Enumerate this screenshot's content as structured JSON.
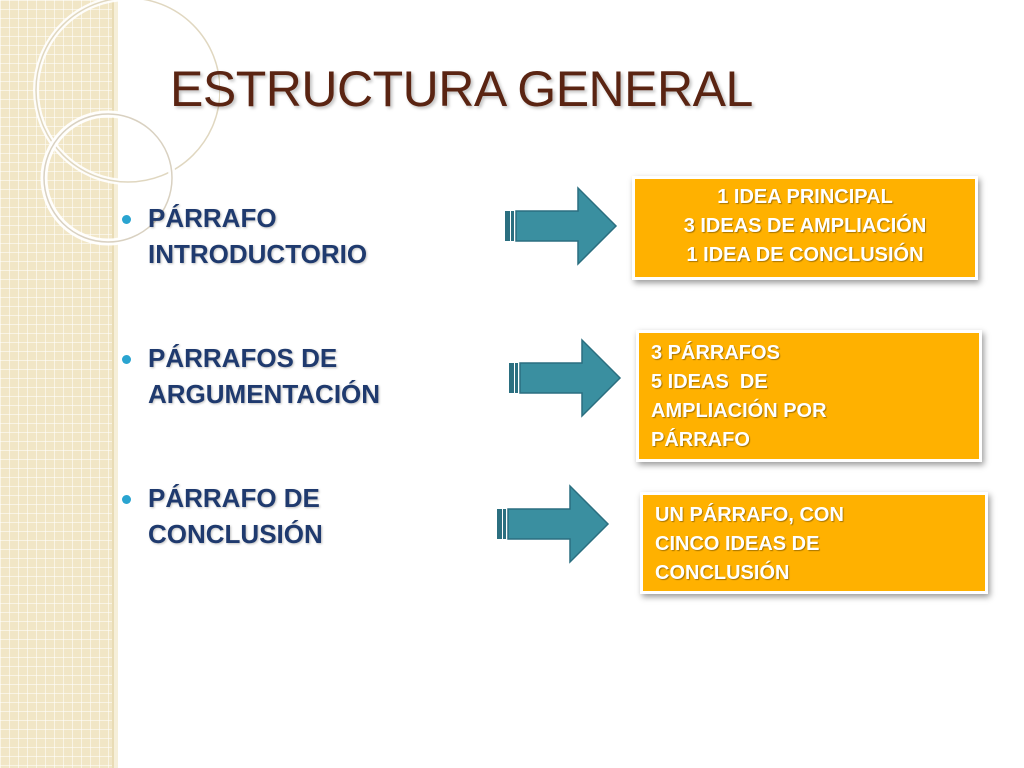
{
  "slide": {
    "title": "ESTRUCTURA GENERAL",
    "bullets": [
      {
        "lines": [
          "PÁRRAFO",
          "INTRODUCTORIO"
        ]
      },
      {
        "lines": [
          "PÁRRAFOS DE",
          "ARGUMENTACIÓN"
        ]
      },
      {
        "lines": [
          "PÁRRAFO DE",
          "CONCLUSIÓN"
        ]
      }
    ],
    "boxes": [
      {
        "lines": [
          "1 IDEA PRINCIPAL",
          "3 IDEAS DE AMPLIACIÓN",
          "1 IDEA DE CONCLUSIÓN"
        ]
      },
      {
        "lines": [
          "3 PÁRRAFOS",
          "5 IDEAS  DE",
          "AMPLIACIÓN POR",
          "PÁRRAFO"
        ]
      },
      {
        "lines": [
          "UN PÁRRAFO, CON",
          "CINCO IDEAS DE",
          "CONCLUSIÓN"
        ]
      }
    ]
  },
  "colors": {
    "title": "#5a2412",
    "bullet_text": "#1f3a6e",
    "bullet_dot": "#2aa4d0",
    "arrow_fill": "#3a8fa0",
    "box_fill": "#ffb100",
    "side_band": "#f1e6c6"
  }
}
